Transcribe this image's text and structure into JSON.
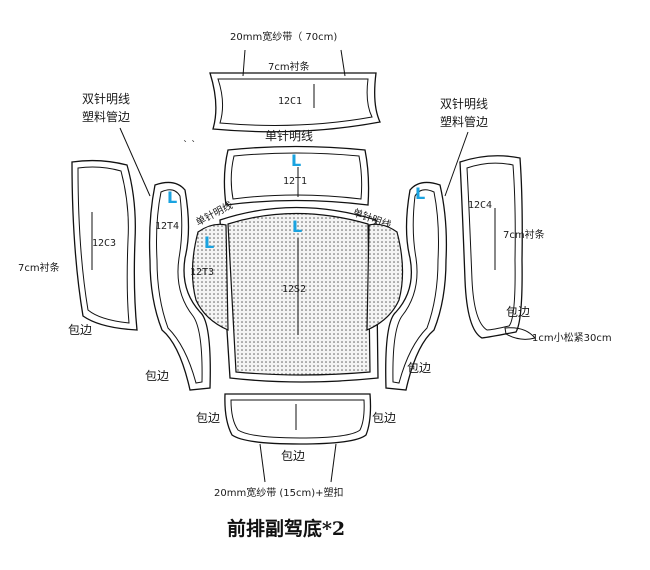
{
  "title": "前排副驾底*2",
  "labels": {
    "top_tape": "20mm宽纱带（ 70cm)",
    "top_strip": "7cm衬条",
    "single_needle": "单针明线",
    "double_needle_left_1": "双针明线",
    "double_needle_left_2": "塑料管边",
    "double_needle_right_1": "双针明线",
    "double_needle_right_2": "塑料管边",
    "left_strip": "7cm衬条",
    "right_strip": "7cm衬条",
    "bind_left_c3": "包边",
    "bind_left_t4": "包边",
    "bind_right_t4": "包边",
    "bind_right_c4": "包边",
    "bind_bottom_left": "包边",
    "bind_bottom_right": "包边",
    "bind_bottom": "包边",
    "elastic": "1cm小松紧30cm",
    "bottom_tape": "20mm宽纱带  (15cm)+塑扣",
    "inner_single_left": "单针明线",
    "inner_single_right": "单针明线"
  },
  "pieces": {
    "c1": "12C1",
    "t1": "12T1",
    "s2": "12S2",
    "t4": "12T4",
    "t3": "12T3",
    "c3": "12C3",
    "c4": "12C4"
  },
  "marks": {
    "l1": "L",
    "l2": "L",
    "l3": "L",
    "l4": "L",
    "l5": "L"
  },
  "colors": {
    "mark": "#1aa3e0",
    "line": "#111111"
  }
}
